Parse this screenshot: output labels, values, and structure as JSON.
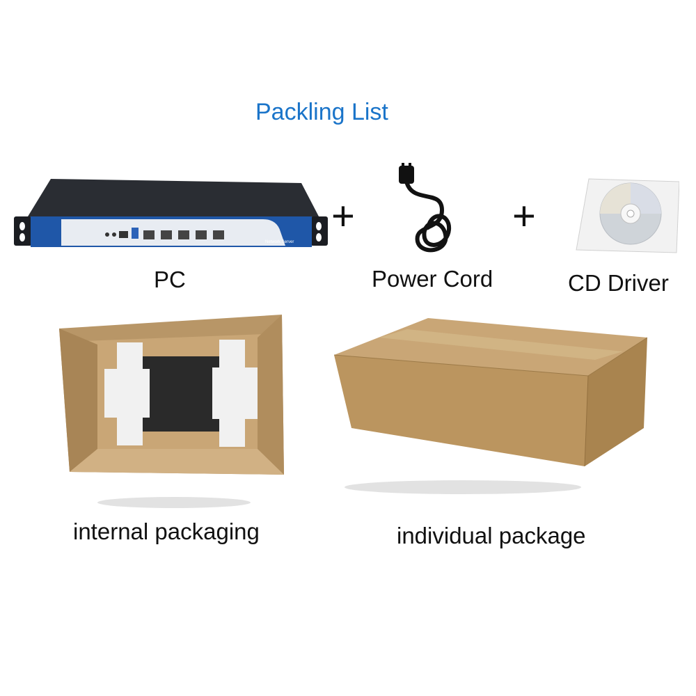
{
  "title": "Packling List",
  "items": {
    "pc": "PC",
    "power_cord": "Power Cord",
    "cd_driver": "CD Driver",
    "internal_packaging": "internal packaging",
    "individual_package": "individual package"
  },
  "plus_sign": "+",
  "device_front_text": "Network Server",
  "colors": {
    "title": "#1a74c9",
    "device_blue": "#1f57a8",
    "cardboard": "#c9a676",
    "foam": "#f1f1f1"
  }
}
